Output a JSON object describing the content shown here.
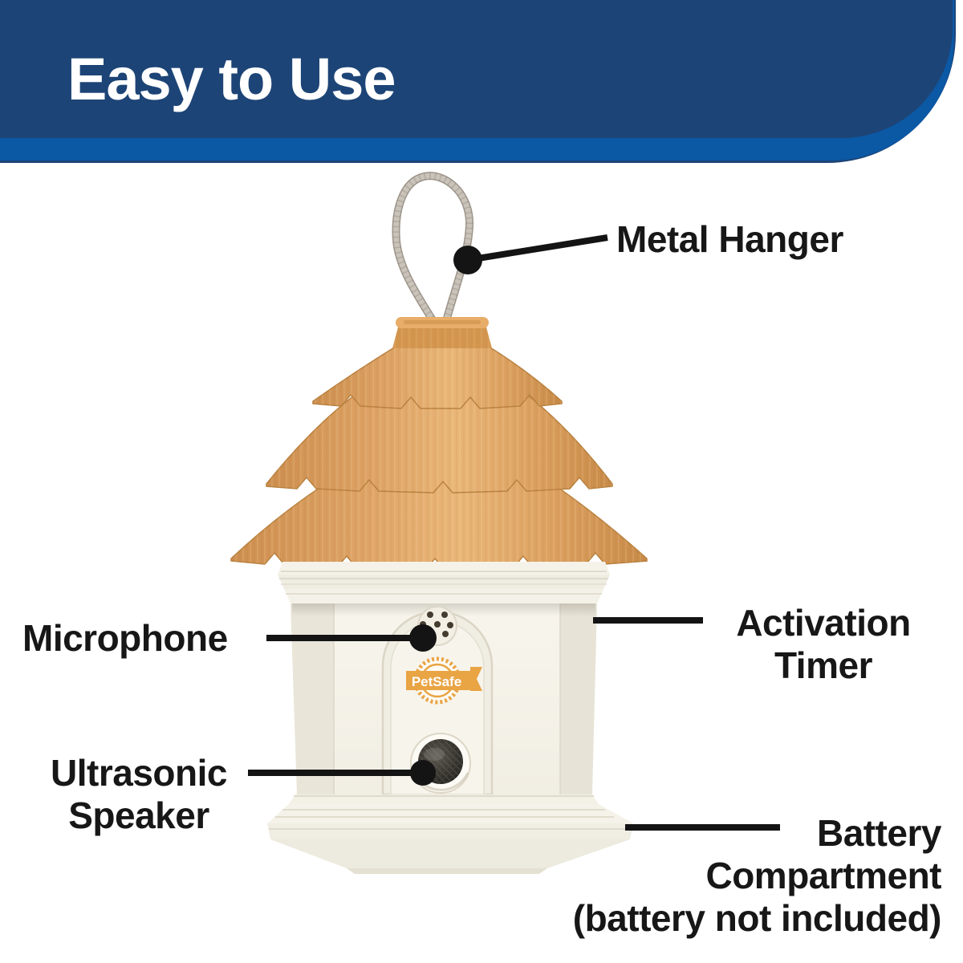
{
  "header": {
    "title": "Easy to Use",
    "bg_dark": "#1d4476",
    "bg_accent": "#0b58a5",
    "text_color": "#ffffff"
  },
  "logo": {
    "text": "PetSafe",
    "color": "#e9a444"
  },
  "device": {
    "description": "birdhouse-style ultrasonic bark deterrent",
    "roof_color": "#dda263",
    "body_color": "#f6f3ea",
    "hanger_cable_color": "#c2bbb2",
    "speaker_color": "#2b2a27"
  },
  "callouts": {
    "metal_hanger": {
      "lines": [
        "Metal Hanger"
      ]
    },
    "microphone": {
      "lines": [
        "Microphone"
      ]
    },
    "activation_timer": {
      "lines": [
        "Activation",
        "Timer"
      ]
    },
    "ultrasonic_speaker": {
      "lines": [
        "Ultrasonic",
        "Speaker"
      ]
    },
    "battery_compartment": {
      "lines": [
        "Battery",
        "Compartment",
        "(battery not included)"
      ]
    }
  },
  "callout_style": {
    "line_color": "#141414",
    "text_color": "#171717"
  }
}
